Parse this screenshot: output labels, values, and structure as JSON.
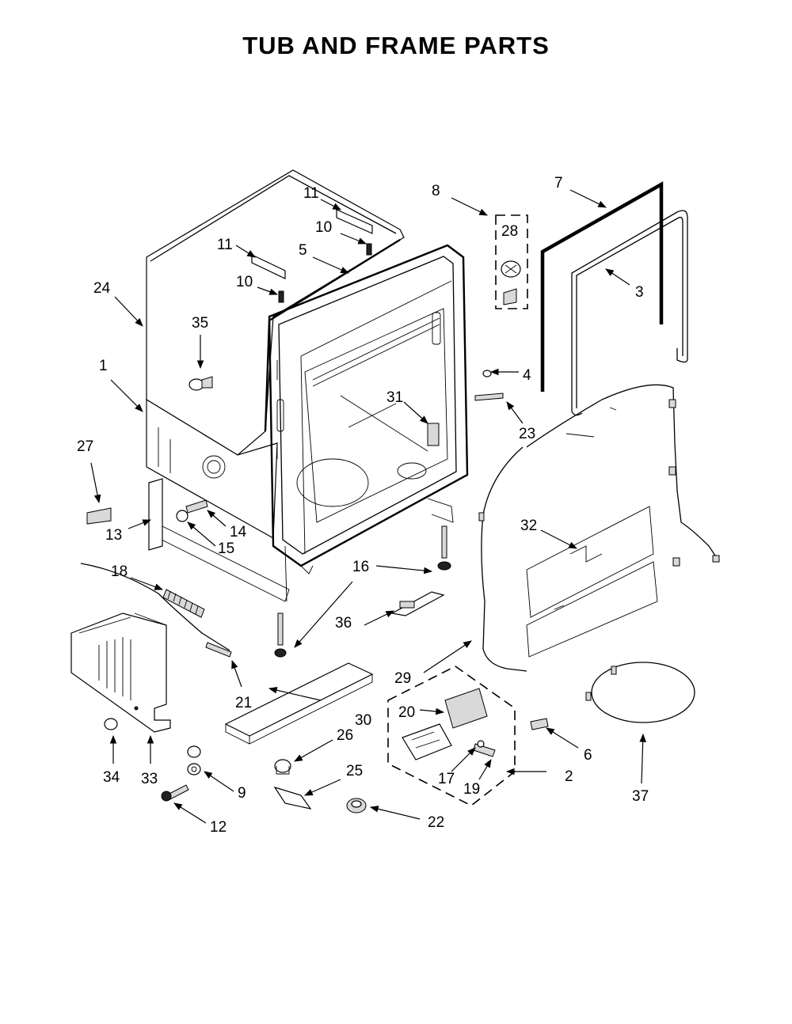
{
  "title": "TUB AND FRAME PARTS",
  "callouts": {
    "c1": "1",
    "c2": "2",
    "c3": "3",
    "c4": "4",
    "c5": "5",
    "c6": "6",
    "c7": "7",
    "c8": "8",
    "c9": "9",
    "c10a": "10",
    "c10b": "10",
    "c11a": "11",
    "c11b": "11",
    "c12": "12",
    "c13": "13",
    "c14": "14",
    "c15": "15",
    "c16": "16",
    "c17": "17",
    "c18": "18",
    "c19": "19",
    "c20": "20",
    "c21": "21",
    "c22": "22",
    "c23": "23",
    "c24": "24",
    "c25": "25",
    "c26": "26",
    "c27": "27",
    "c28": "28",
    "c29": "29",
    "c30": "30",
    "c31": "31",
    "c32": "32",
    "c33": "33",
    "c34": "34",
    "c35": "35",
    "c36": "36",
    "c37": "37"
  }
}
